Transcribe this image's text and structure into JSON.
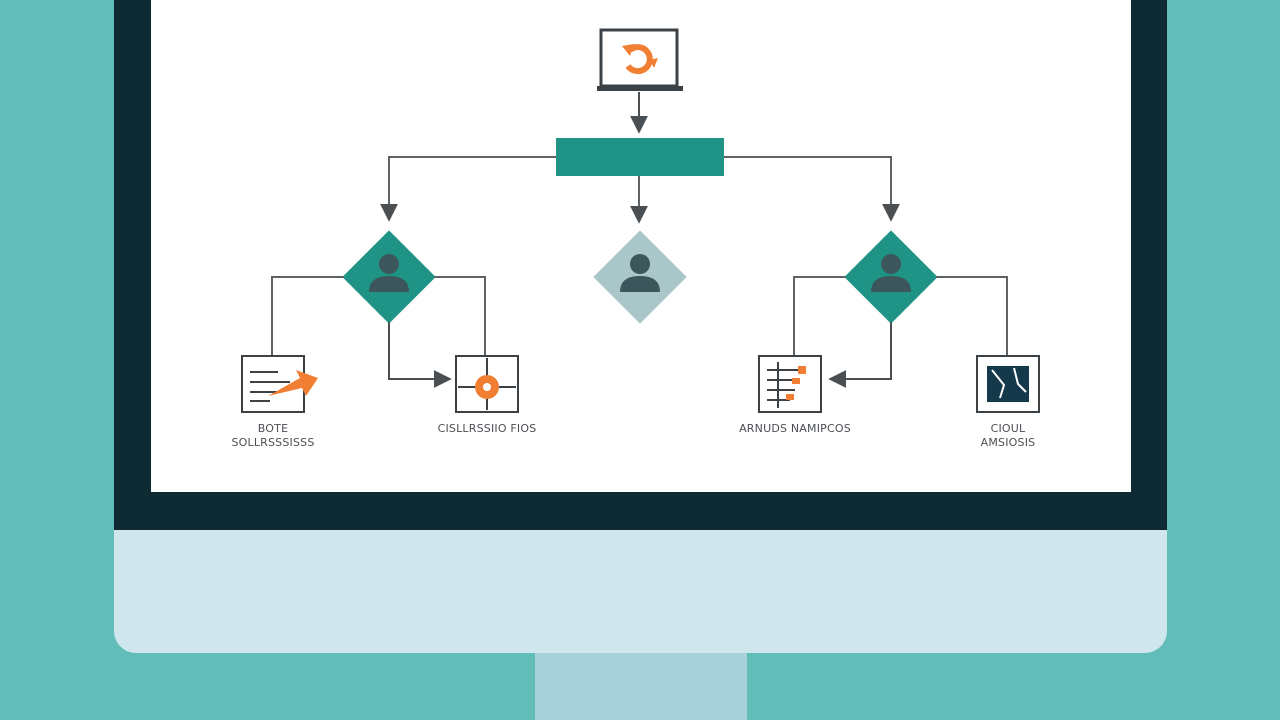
{
  "diagram": {
    "nodes": {
      "top": {
        "icon": "laptop-refresh-icon"
      },
      "hub": {
        "label": ""
      },
      "left_decision": {
        "icon": "user-icon"
      },
      "center_decision": {
        "icon": "user-icon"
      },
      "right_decision": {
        "icon": "user-icon"
      }
    },
    "outputs": [
      {
        "icon": "chart-arrow-icon",
        "label_line1": "BOTE",
        "label_line2": "SOLLRSSSISSS"
      },
      {
        "icon": "target-icon",
        "label_line1": "CISLLRSSIIO FIOS",
        "label_line2": ""
      },
      {
        "icon": "checklist-icon",
        "label_line1": "ARNUDS  NAMIPCOS",
        "label_line2": ""
      },
      {
        "icon": "map-icon",
        "label_line1": "CIOUL",
        "label_line2": "AMSIOSIS"
      }
    ],
    "colors": {
      "teal": "#1f9486",
      "slate": "#3c565b",
      "muted_diamond": "#a9c6c9",
      "orange": "#f07e33",
      "connector": "#5c6266"
    }
  }
}
